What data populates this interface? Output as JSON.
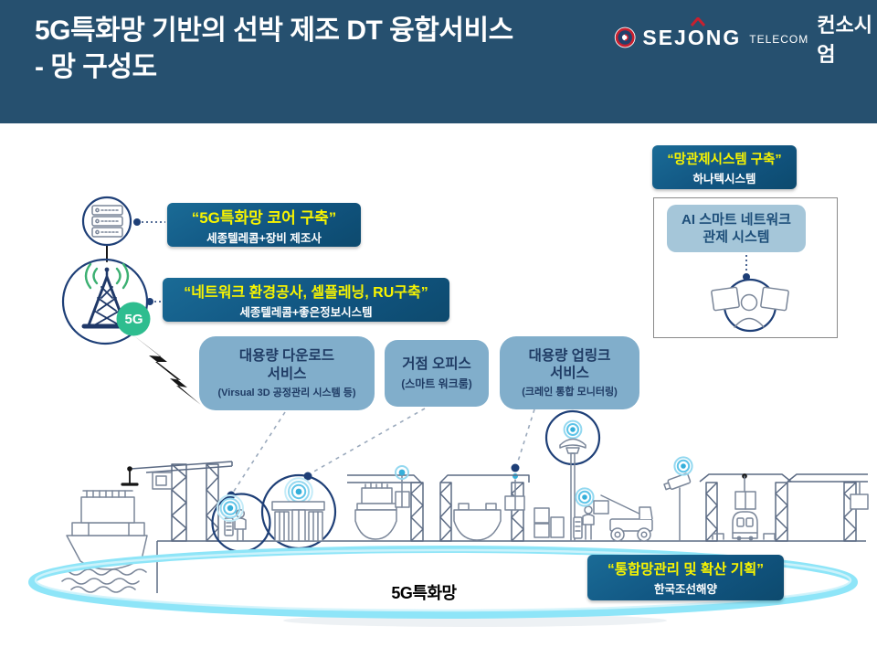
{
  "header": {
    "title_line1": "5G특화망 기반의 선박 제조 DT 융합서비스",
    "title_line2": "- 망 구성도",
    "logo": {
      "brand": "SEJONG",
      "telecom": "TELECOM",
      "consortium": "컨소시엄"
    }
  },
  "callouts": {
    "core": {
      "title": "“5G특화망 코어 구축”",
      "org": "세종텔레콤+장비 제조사"
    },
    "network": {
      "title": "“네트워크 환경공사, 셀플레닝, RU구축”",
      "org": "세종텔레콤+좋은정보시스템"
    },
    "noc": {
      "title": "“망관제시스템 구축”",
      "org": "하나텍시스템"
    },
    "integrated": {
      "title": "“통합망관리 및 확산 기획”",
      "org": "한국조선해양"
    }
  },
  "ai_panel": {
    "line1": "AI 스마트 네트워크",
    "line2": "관제 시스템"
  },
  "services": {
    "download": {
      "line1": "대용량 다운로드",
      "line2": "서비스",
      "note": "(Virsual 3D 공정관리 시스템 등)"
    },
    "office": {
      "line1": "거점 오피스",
      "note": "(스마트 워크룸)"
    },
    "uplink": {
      "line1": "대용량 업링크",
      "line2": "서비스",
      "note": "(크레인 통합 모니터링)"
    }
  },
  "labels": {
    "network_name": "5G특화망",
    "badge": "5G"
  },
  "colors": {
    "header_navy": "#26506F",
    "callout_blue": "#115581",
    "accent_yellow": "#F8F400",
    "service_blue": "#81AECB",
    "ai_chip_blue": "#A5C6D9",
    "tower_green_bg": "#E4F0DC",
    "badge_green": "#2EBD8F",
    "coverage_cyan": "#8EE5F8",
    "logo_red": "#C8202F"
  }
}
